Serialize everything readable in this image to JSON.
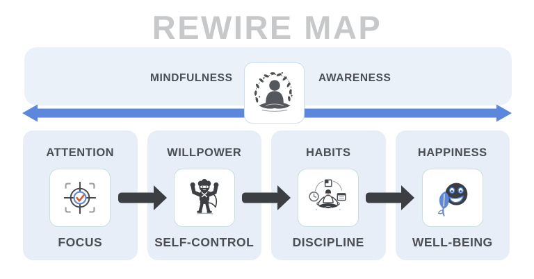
{
  "title": "REWIRE MAP",
  "banner": {
    "left_label": "MINDFULNESS",
    "right_label": "AWARENESS",
    "center_icon": "meditation-figure"
  },
  "flow": {
    "top_arrow": {
      "type": "double-headed",
      "color": "#5b87dd"
    },
    "step_arrow_color": "#3b3e42"
  },
  "cards": [
    {
      "top_label": "ATTENTION",
      "bottom_label": "FOCUS",
      "icon": "focus-target"
    },
    {
      "top_label": "WILLPOWER",
      "bottom_label": "SELF-CONTROL",
      "icon": "superhero"
    },
    {
      "top_label": "HABITS",
      "bottom_label": "DISCIPLINE",
      "icon": "meditating-person"
    },
    {
      "top_label": "HAPPINESS",
      "bottom_label": "WELL-BEING",
      "icon": "smiley-leaf"
    }
  ],
  "colors": {
    "title": "#c7c8ca",
    "panel_bg": "#eaf1f9",
    "card_bg": "#e7eef7",
    "blue_arrow": "#5b87dd",
    "dark_arrow": "#3b3e42",
    "label_text": "#4b4e53",
    "icon_box_border": "#c5e3dd",
    "center_card_border": "#cbdfee",
    "check_orange": "#e0512e"
  }
}
